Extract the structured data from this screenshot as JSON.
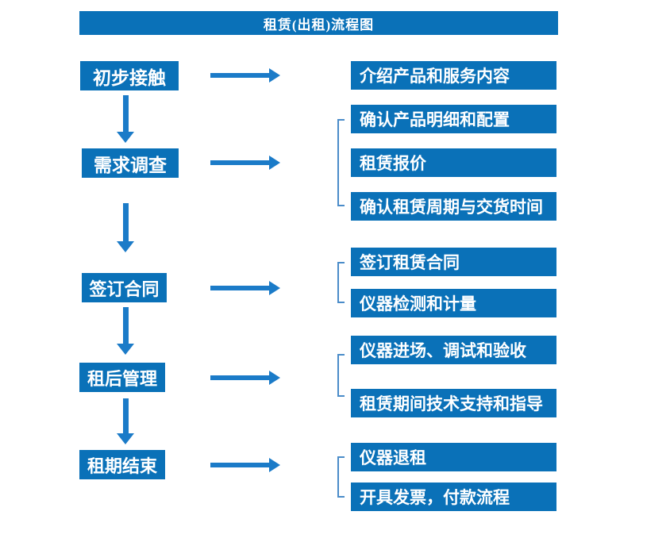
{
  "title": "租赁(出租)流程图",
  "colors": {
    "box-blue": "#0a71b8",
    "arrow-blue": "#1b7bc8",
    "bracket-blue": "#4a8cc9",
    "text-white": "#ffffff"
  },
  "flow": {
    "steps": [
      {
        "label": "初步接触",
        "outputs": [
          "介绍产品和服务内容"
        ]
      },
      {
        "label": "需求调查",
        "outputs": [
          "确认产品明细和配置",
          "租赁报价",
          "确认租赁周期与交货时间"
        ]
      },
      {
        "label": "签订合同",
        "outputs": [
          "签订租赁合同",
          "仪器检测和计量"
        ]
      },
      {
        "label": "租后管理",
        "outputs": [
          "仪器进场、调试和验收",
          "租赁期间技术支持和指导"
        ]
      },
      {
        "label": "租期结束",
        "outputs": [
          "仪器退租",
          "开具发票，付款流程"
        ]
      }
    ]
  }
}
